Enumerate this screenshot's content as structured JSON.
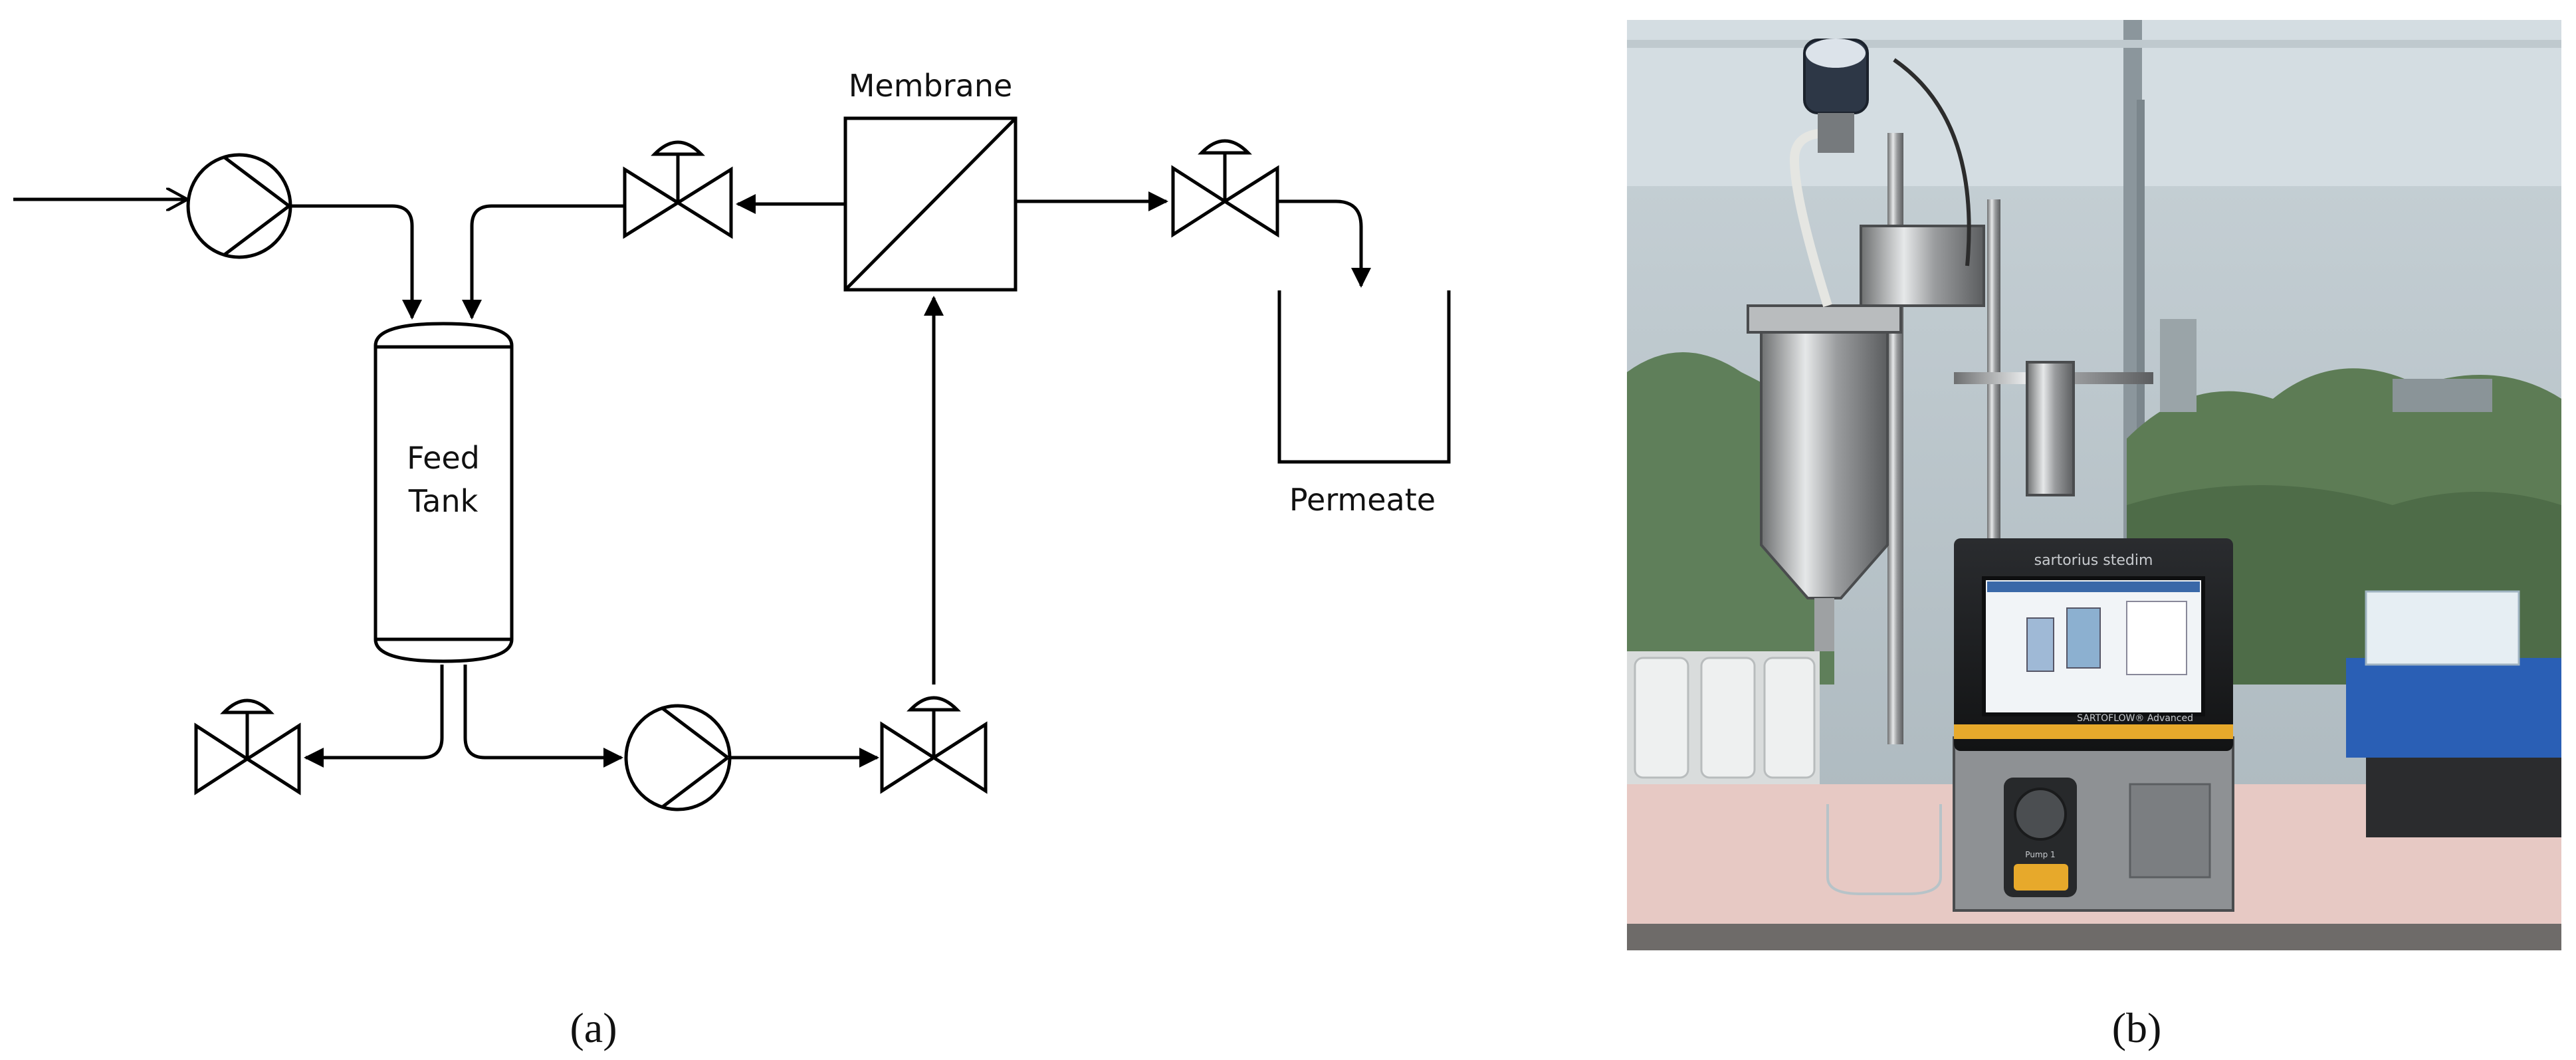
{
  "panel_a": {
    "caption": "(a)",
    "labels": {
      "membrane": "Membrane",
      "feed_tank_line1": "Feed",
      "feed_tank_line2": "Tank",
      "permeate": "Permeate"
    }
  },
  "panel_b": {
    "caption": "(b)",
    "photo_text": {
      "brand": "sartorius stedim",
      "product": "SARTOFLOW® Advanced",
      "pump": "Pump 1"
    }
  }
}
